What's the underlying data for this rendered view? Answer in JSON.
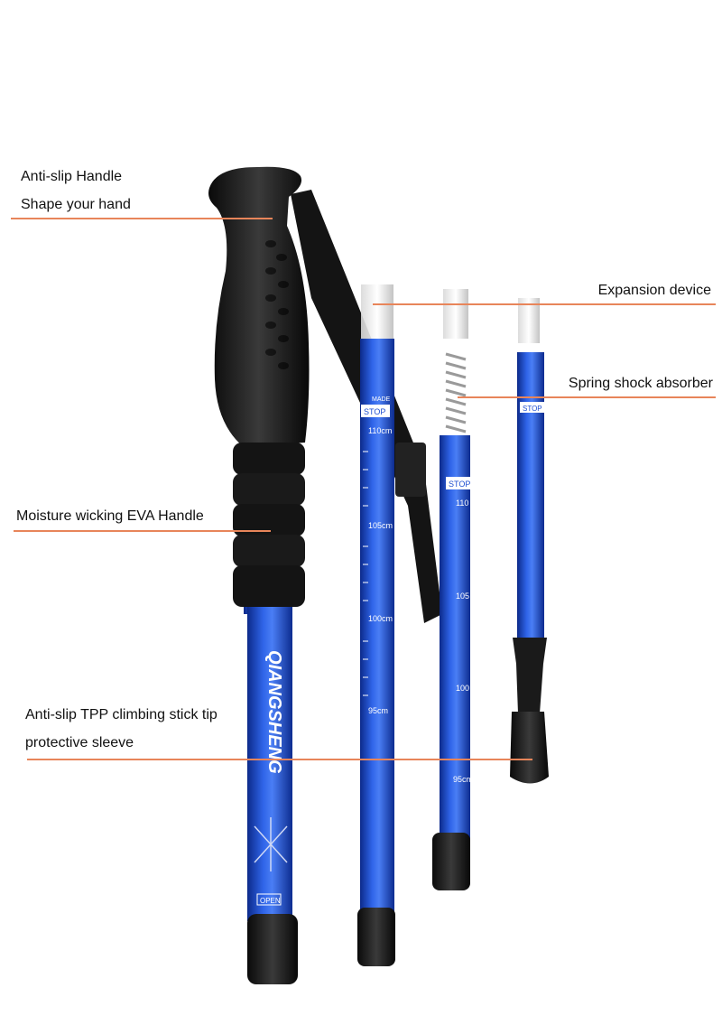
{
  "colors": {
    "leader_line": "#e8855a",
    "pole_blue": "#1f4fd1",
    "grip_black": "#1b1b1b"
  },
  "labels": {
    "handle_title": "Anti-slip Handle",
    "handle_sub": "Shape your hand",
    "expansion": "Expansion device",
    "spring": "Spring shock absorber",
    "eva": "Moisture wicking EVA Handle",
    "tip_line1": "Anti-slip TPP climbing stick tip",
    "tip_line2": "protective sleeve"
  },
  "pole_markings": {
    "brand": "QIANGSHENG",
    "open": "OPEN",
    "stop": "STOP",
    "made": "MADE",
    "scale": [
      "110cm",
      "105cm",
      "100cm",
      "95cm"
    ],
    "scale_short": [
      "110",
      "105",
      "100",
      "95cm"
    ]
  }
}
